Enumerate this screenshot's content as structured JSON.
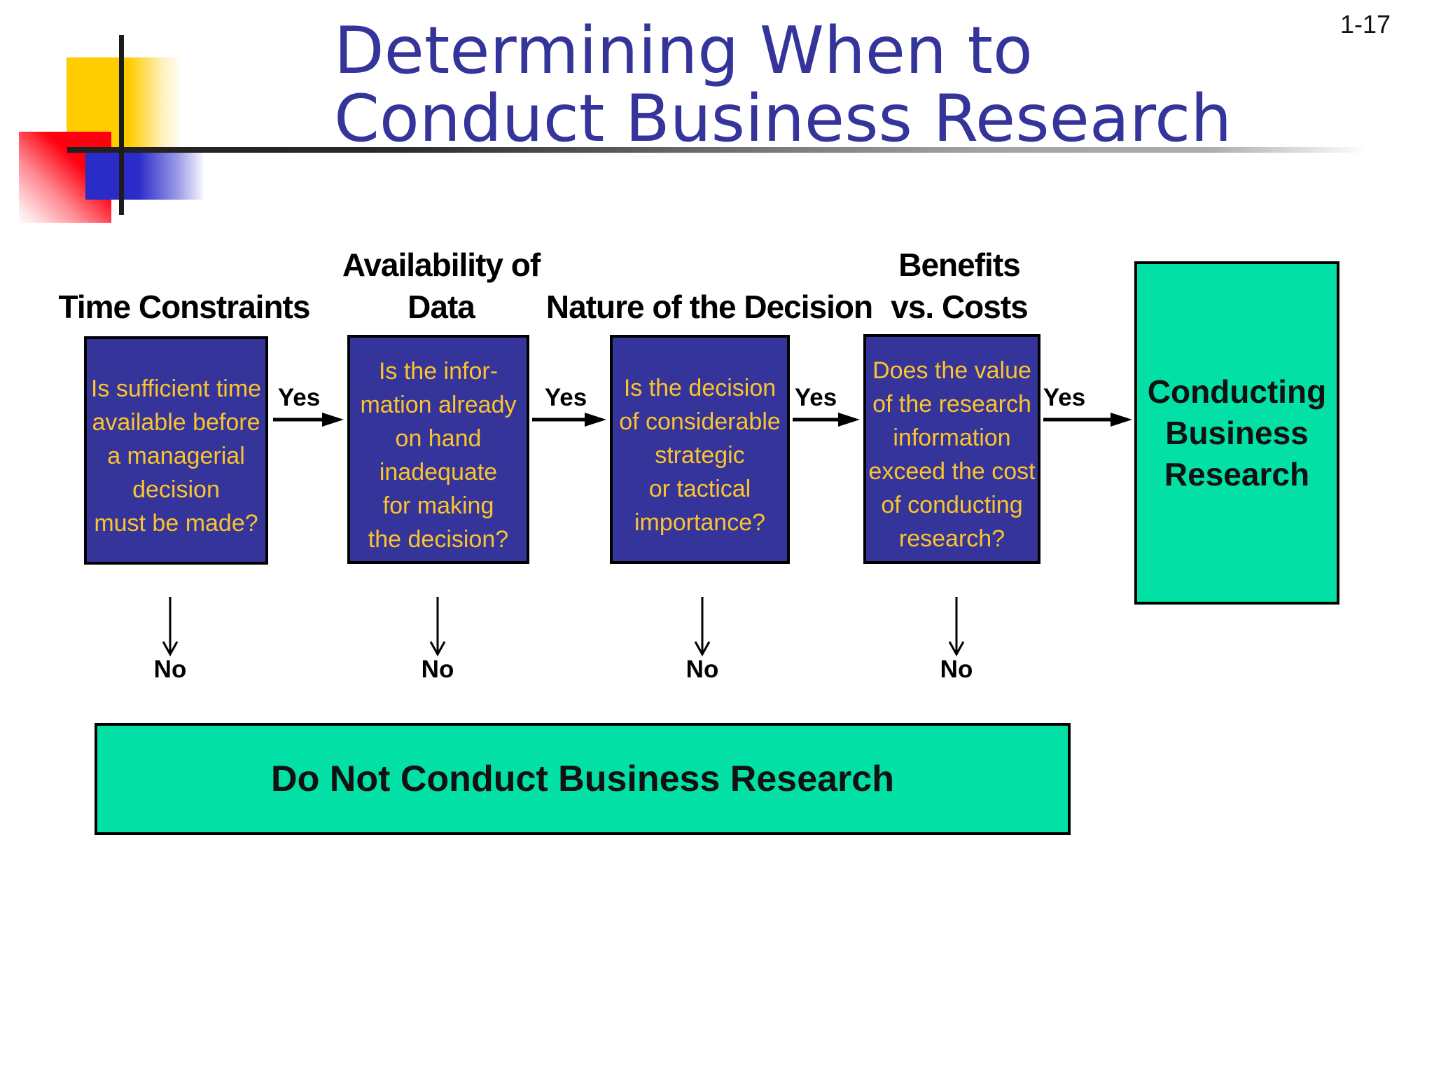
{
  "page": {
    "slide_number": "1-17"
  },
  "title": {
    "text": "Determining When to\nConduct Business Research"
  },
  "flow": {
    "columns": [
      {
        "header": "Time Constraints",
        "question": "Is sufficient time\navailable before\na managerial\ndecision\nmust be made?",
        "yes_label": "Yes",
        "no_label": "No"
      },
      {
        "header": "Availability of\nData",
        "question": "Is the infor-\nmation already\non hand\ninadequate\nfor making\nthe decision?",
        "yes_label": "Yes",
        "no_label": "No"
      },
      {
        "header": "Nature of the Decision",
        "question": "Is the decision\nof considerable\nstrategic\nor tactical\nimportance?",
        "yes_label": "Yes",
        "no_label": "No"
      },
      {
        "header": "Benefits\nvs. Costs",
        "question": "Does the value\nof the research\ninformation\nexceed the cost\nof conducting\nresearch?",
        "yes_label": "Yes",
        "no_label": "No"
      }
    ],
    "outcomes": {
      "conduct": "Conducting\nBusiness\nResearch",
      "do_not": "Do Not Conduct Business Research"
    }
  },
  "colors": {
    "title_blue": "#34349B",
    "question_box_blue": "#34349B",
    "question_text_yellow": "#FCC42C",
    "outcome_green": "#03E0A6",
    "arrow_black": "#000000",
    "logo_yellow": "#FFCC00",
    "logo_red": "#FF0010",
    "logo_blue": "#2B2BC8"
  }
}
